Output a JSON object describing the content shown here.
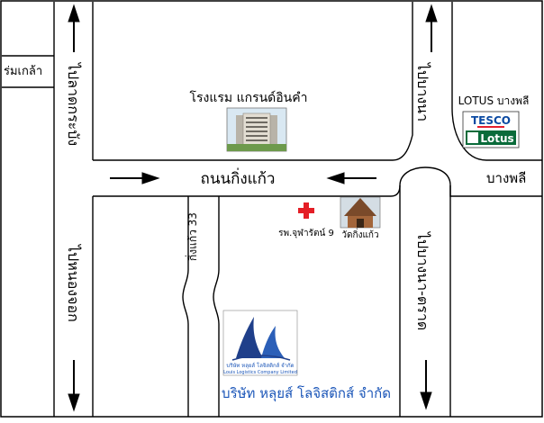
{
  "map": {
    "roads": {
      "main_horizontal": "ถนนกิ่งแก้ว",
      "left_vertical_top": "ไปลาดกระบัง",
      "left_vertical_bottom": "ไปหนองจอก",
      "right_vertical_top": "ไปบางนา",
      "right_vertical_bottom": "ไปบางนา-ตราด",
      "left_edge_road": "ร่มเกล้า",
      "right_side_road": "บางพลี",
      "soi": "กิ่งแก้ว 33"
    },
    "landmarks": {
      "hotel": "โรงแรม แกรนด์อินคำ",
      "lotus_label": "LOTUS บางพลี",
      "tesco_logo_text": "TESCO",
      "lotus_logo_text": "Lotus",
      "hospital": "รพ.จุฬารัตน์ 9",
      "temple": "วัดกิ่งแก้ว"
    },
    "company": {
      "name": "บริษัท หลุยส์ โลจิสติกส์ จำกัด",
      "logo_thai": "บริษัท หลุยส์ โลจิสติกส์ จำกัด",
      "logo_english": "Louis Logistics Company Limited"
    },
    "colors": {
      "road_outline": "#000000",
      "hospital_cross": "#e41e26",
      "company_blue": "#1a55b8",
      "tesco_blue": "#0b4aa2",
      "tesco_red": "#e51f2e",
      "lotus_green": "#0a6b3a"
    }
  }
}
